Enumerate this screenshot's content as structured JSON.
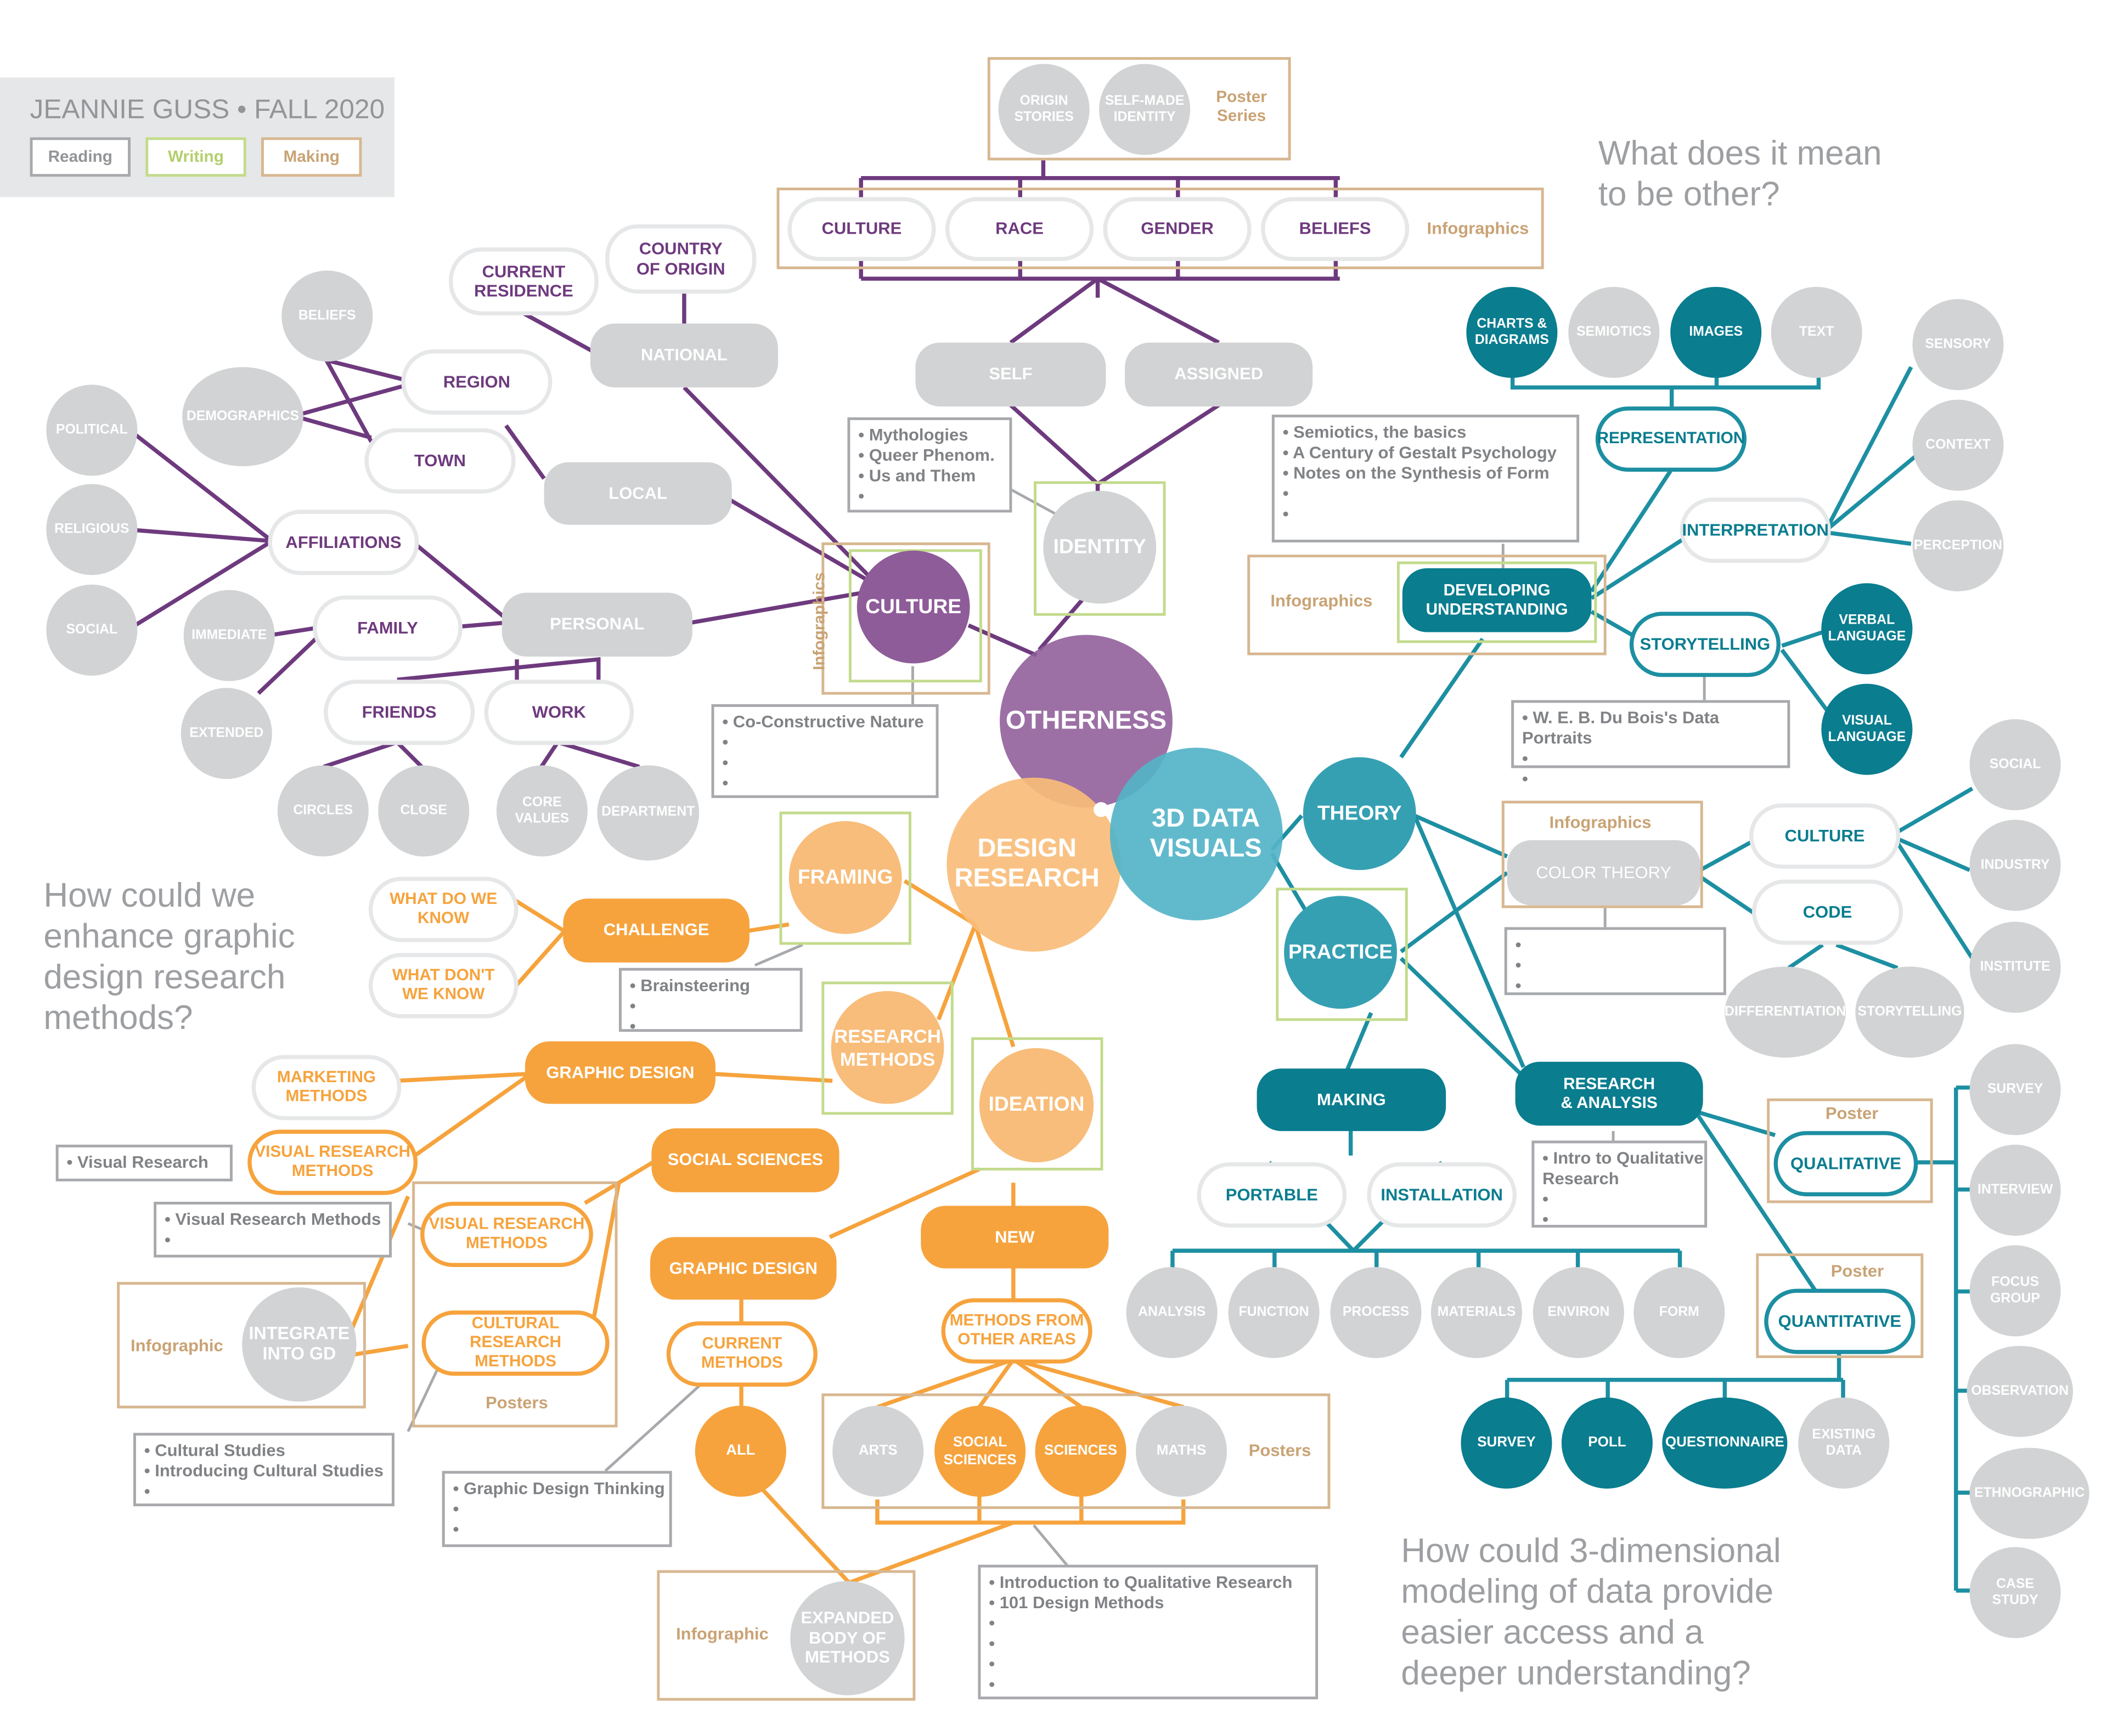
{
  "header": {
    "title": "JEANNIE GUSS  •  FALL 2020",
    "legend": {
      "reading": "Reading",
      "writing": "Writing",
      "making": "Making"
    }
  },
  "colors": {
    "purple": "#7b3f85",
    "purple_fill": "#8e5c98",
    "orange": "#f6a33d",
    "orange_light": "#f8bd7a",
    "teal": "#1d8fa2",
    "teal_dark": "#0a7d8f",
    "grey": "#d1d3d4",
    "grey_text": "#a7a9ac",
    "tan": "#d7b791",
    "green": "#c3db8d"
  },
  "questions": {
    "other": "What does it mean\nto be other?",
    "methods": "How could we\nenhance graphic\ndesign research\nmethods?",
    "modeling": "How could 3-dimensional\nmodeling of data provide\neasier access and a\ndeeper understanding?"
  },
  "labels": {
    "poster_series": "Poster\nSeries",
    "infographics": "Infographics",
    "infographic": "Infographic",
    "posters": "Posters",
    "poster": "Poster"
  },
  "nodes": {
    "otherness": "OTHERNESS",
    "design_research": "DESIGN\nRESEARCH",
    "data_visuals": "3D DATA\nVISUALS",
    "origin_stories": "ORIGIN\nSTORIES",
    "self_made_identity": "SELF-MADE\nIDENTITY",
    "culture_top": "CULTURE",
    "race": "RACE",
    "gender": "GENDER",
    "beliefs_top": "BELIEFS",
    "self": "SELF",
    "assigned": "ASSIGNED",
    "identity": "IDENTITY",
    "culture_hub": "CULTURE",
    "country_of_origin": "COUNTRY\nOF ORIGIN",
    "current_residence": "CURRENT\nRESIDENCE",
    "national": "NATIONAL",
    "beliefs_left": "BELIEFS",
    "region": "REGION",
    "demographics": "DEMOGRAPHICS",
    "town": "TOWN",
    "local": "LOCAL",
    "political": "POLITICAL",
    "religious": "RELIGIOUS",
    "social_left": "SOCIAL",
    "affiliations": "AFFILIATIONS",
    "immediate": "IMMEDIATE",
    "family": "FAMILY",
    "personal": "PERSONAL",
    "extended": "EXTENDED",
    "friends": "FRIENDS",
    "work": "WORK",
    "circles": "CIRCLES",
    "close": "CLOSE",
    "core_values": "CORE\nVALUES",
    "department": "DEPARTMENT",
    "charts_diagrams": "CHARTS &\nDIAGRAMS",
    "semiotics": "SEMIOTICS",
    "images": "IMAGES",
    "text": "TEXT",
    "representation": "REPRESENTATION",
    "sensory": "SENSORY",
    "context": "CONTEXT",
    "perception": "PERCEPTION",
    "interpretation": "INTERPRETATION",
    "developing_understanding": "DEVELOPING\nUNDERSTANDING",
    "storytelling_teal": "STORYTELLING",
    "verbal_language": "VERBAL\nLANGUAGE",
    "visual_language": "VISUAL\nLANGUAGE",
    "theory": "THEORY",
    "practice": "PRACTICE",
    "color_theory": "COLOR THEORY",
    "culture_right": "CULTURE",
    "code": "CODE",
    "social_right": "SOCIAL",
    "industry": "INDUSTRY",
    "institute": "INSTITUTE",
    "differentiation": "DIFFERENTIATION",
    "storytelling_grey": "STORYTELLING",
    "making_teal": "MAKING",
    "portable": "PORTABLE",
    "installation": "INSTALLATION",
    "analysis": "ANALYSIS",
    "function": "FUNCTION",
    "process": "PROCESS",
    "materials": "MATERIALS",
    "environ": "ENVIRON",
    "form": "FORM",
    "research_analysis": "RESEARCH\n& ANALYSIS",
    "qualitative": "QUALITATIVE",
    "quantitative": "QUANTITATIVE",
    "survey_teal": "SURVEY",
    "poll": "POLL",
    "questionnaire": "QUESTIONNAIRE",
    "existing_data": "EXISTING\nDATA",
    "survey_grey": "SURVEY",
    "interview": "INTERVIEW",
    "focus_group": "FOCUS\nGROUP",
    "observation": "OBSERVATION",
    "ethnographic": "ETHNOGRAPHIC",
    "case_study": "CASE\nSTUDY",
    "framing": "FRAMING",
    "challenge": "CHALLENGE",
    "what_do_we_know": "WHAT DO WE\nKNOW",
    "what_dont_we_know": "WHAT DON'T\nWE KNOW",
    "research_methods": "RESEARCH\nMETHODS",
    "graphic_design_1": "GRAPHIC DESIGN",
    "marketing_methods": "MARKETING\nMETHODS",
    "visual_research_methods_1": "VISUAL RESEARCH\nMETHODS",
    "social_sciences_hub": "SOCIAL SCIENCES",
    "visual_research_methods_2": "VISUAL RESEARCH\nMETHODS",
    "cultural_research_methods": "CULTURAL RESEARCH\nMETHODS",
    "integrate_into_gd": "INTEGRATE\nINTO GD",
    "ideation": "IDEATION",
    "new": "NEW",
    "graphic_design_2": "GRAPHIC DESIGN",
    "current_methods": "CURRENT\nMETHODS",
    "all": "ALL",
    "methods_from_other_areas": "METHODS FROM\nOTHER AREAS",
    "arts": "ARTS",
    "social_sciences_circle": "SOCIAL\nSCIENCES",
    "sciences": "SCIENCES",
    "maths": "MATHS",
    "expanded_body": "EXPANDED\nBODY OF\nMETHODS"
  },
  "notes": {
    "mythologies": "• Mythologies\n• Queer Phenom.\n• Us and Them\n•",
    "co_constructive": "• Co-Constructive Nature\n•\n•\n•",
    "semiotics_list": "• Semiotics, the basics\n• A Century of Gestalt Psychology\n• Notes on the Synthesis of Form\n•\n•",
    "du_bois": "• W. E. B. Du Bois's Data Portraits\n•\n•",
    "color_theory_list": "•\n•\n•",
    "qualitative_intro": "• Intro to Qualitative\n   Research\n•\n•",
    "brainsteering": "• Brainsteering\n•\n•",
    "visual_research": "• Visual Research",
    "visual_research_methods_list": "• Visual Research Methods\n•",
    "cultural_studies": "• Cultural Studies\n• Introducing Cultural Studies\n•",
    "graphic_design_thinking": "• Graphic Design Thinking\n•\n•",
    "intro_qualitative": "• Introduction to Qualitative Research\n• 101 Design Methods\n•\n•\n•\n•"
  }
}
